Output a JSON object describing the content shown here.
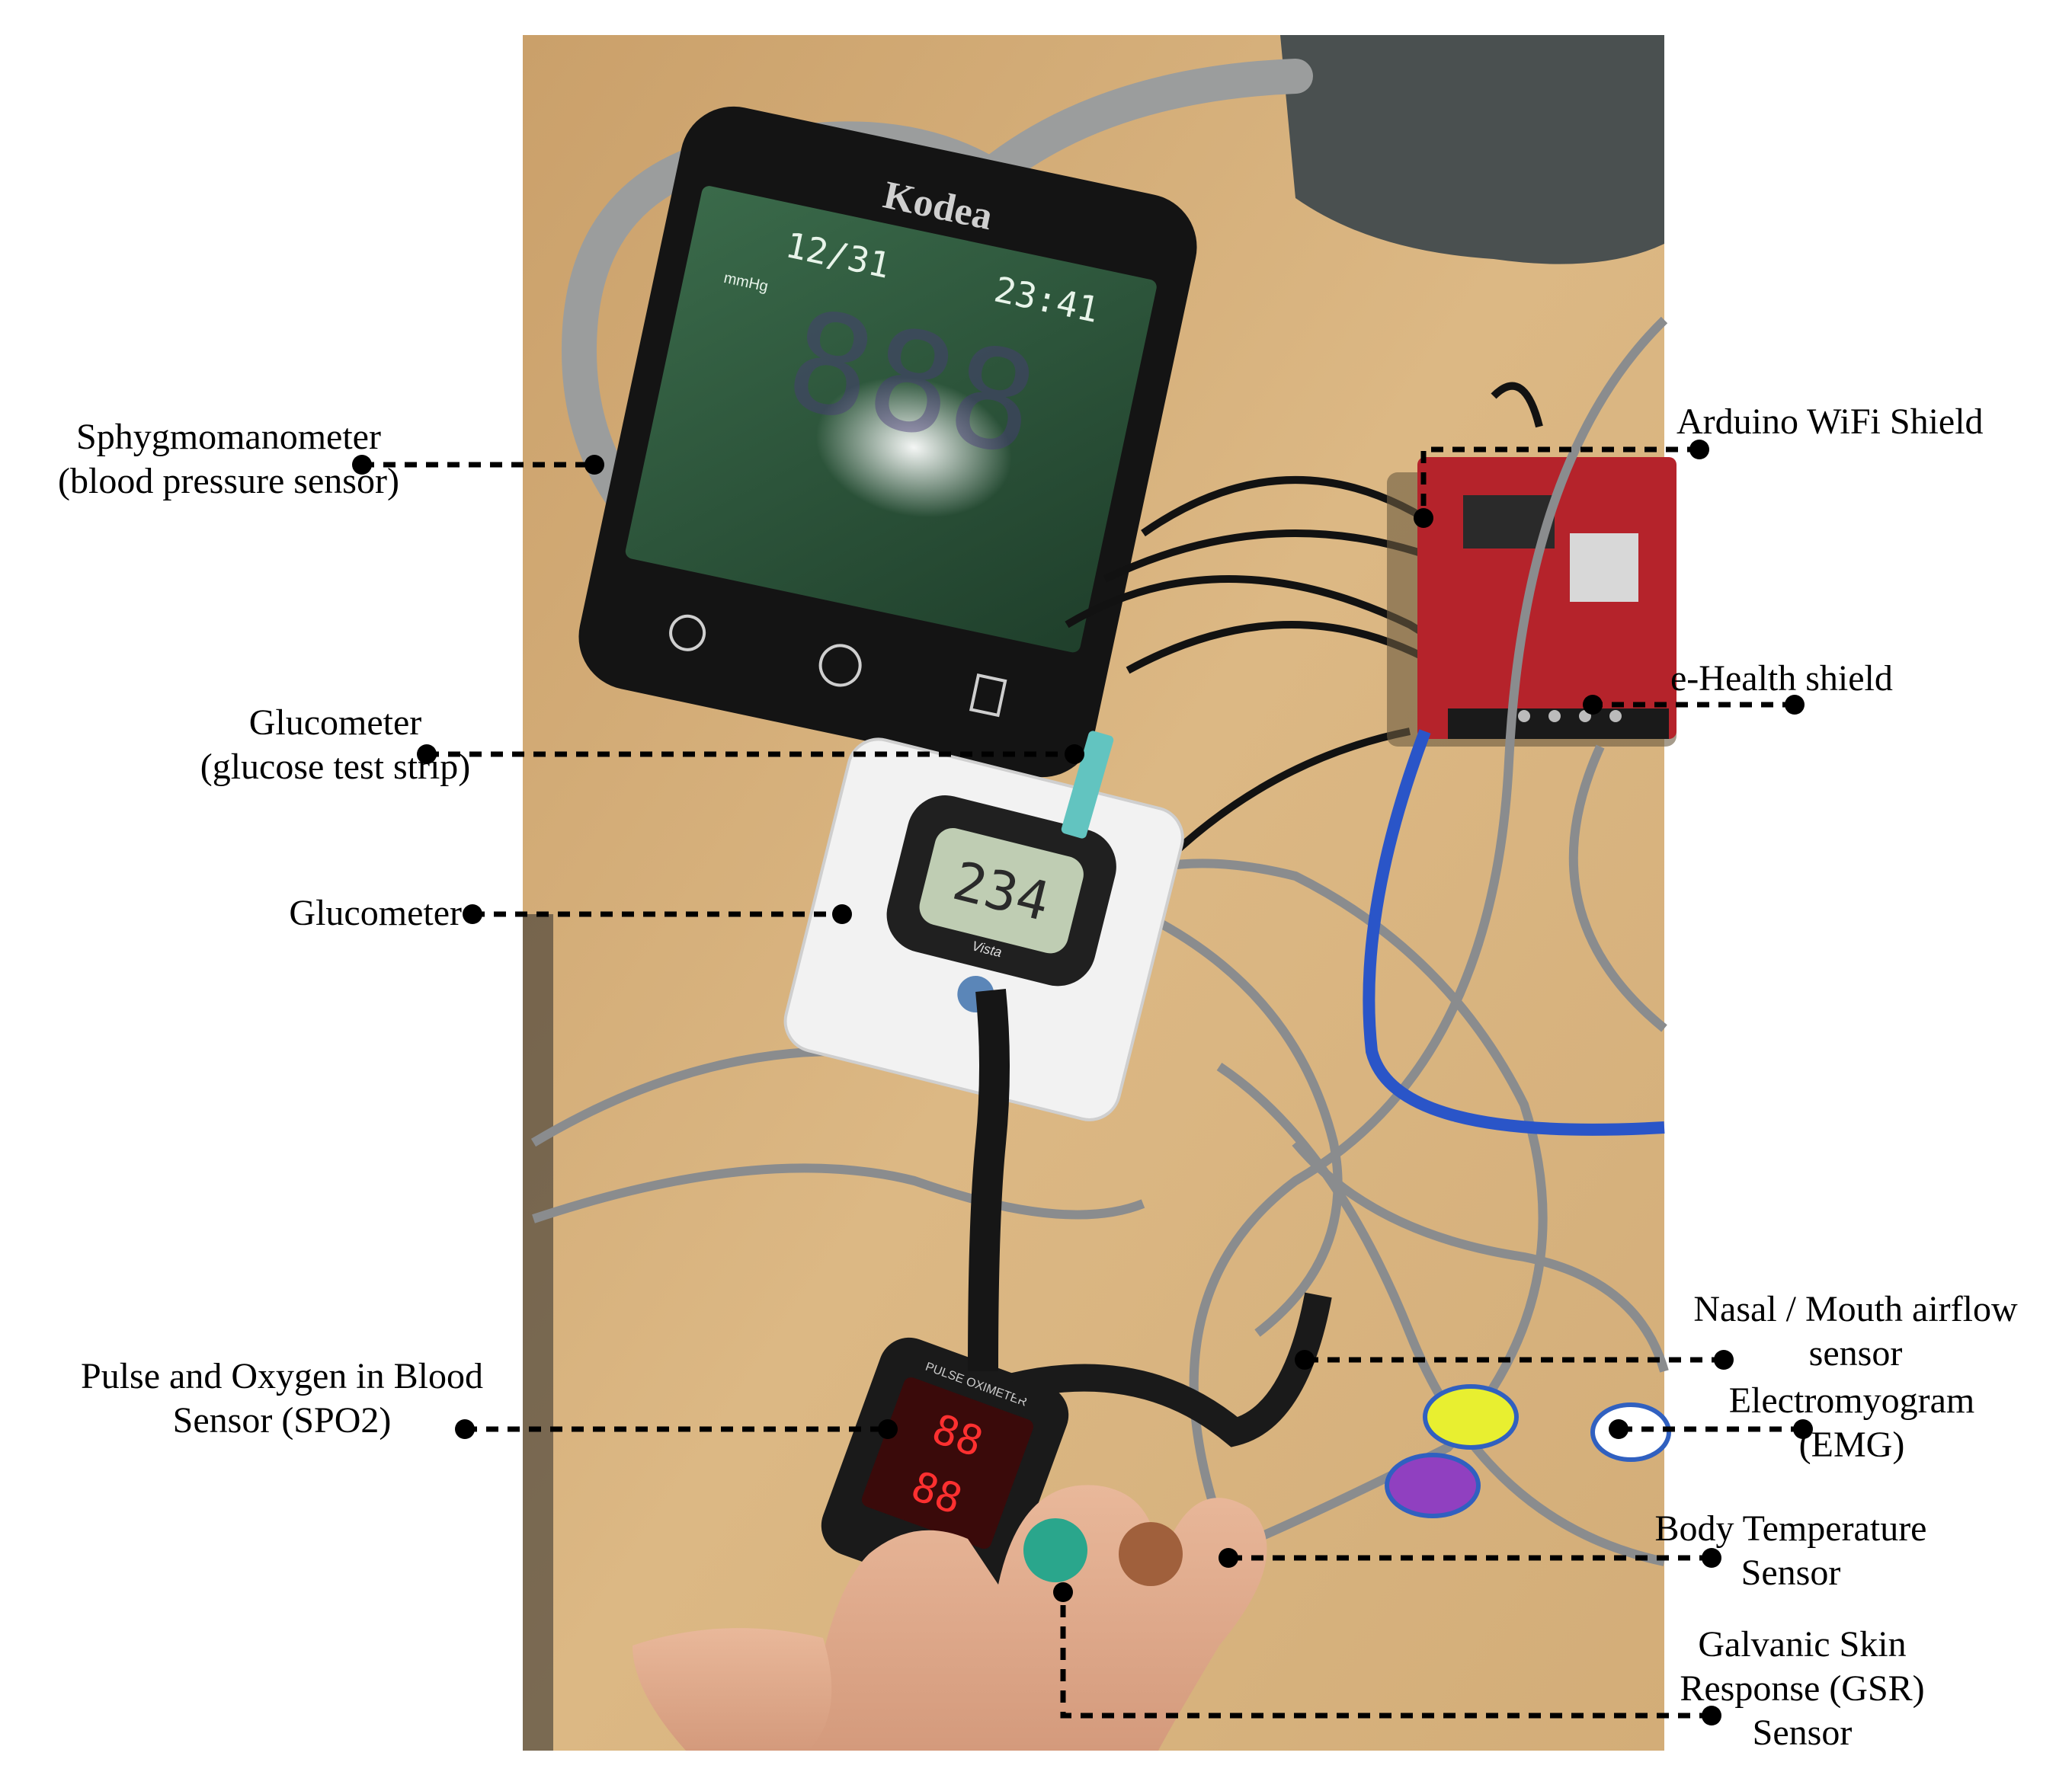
{
  "device": {
    "brand": "Kodea",
    "date": "12/31",
    "time": "23:41",
    "unit": "mmHg",
    "reading": "888"
  },
  "glucometer_display": {
    "value": "234",
    "brand": "Vista"
  },
  "oximeter_text": "PULSE OXIMETER",
  "labels": {
    "sphygmomanometer": {
      "line1": "Sphygmomanometer",
      "line2": "(blood pressure sensor)"
    },
    "glucometer_strip": {
      "line1": "Glucometer",
      "line2": "(glucose test strip)"
    },
    "glucometer": {
      "line1": "Glucometer"
    },
    "spo2": {
      "line1": "Pulse and Oxygen in Blood",
      "line2": "Sensor (SPO2)"
    },
    "wifi_shield": {
      "line1": "Arduino WiFi Shield"
    },
    "ehealth_shield": {
      "line1": "e-Health shield"
    },
    "airflow": {
      "line1": "Nasal / Mouth airflow",
      "line2": "sensor"
    },
    "emg": {
      "line1": "Electromyogram",
      "line2": "(EMG)"
    },
    "temperature": {
      "line1": "Body Temperature",
      "line2": "Sensor"
    },
    "gsr": {
      "line1": "Galvanic Skin",
      "line2": "Response (GSR)",
      "line3": "Sensor"
    }
  },
  "colors": {
    "table": "#d9b47e",
    "table_dark": "#b8915a",
    "device_black": "#151515",
    "screen_green": "#2f5a3a",
    "board_red": "#b5232b",
    "cable_gray": "#8c8c8c",
    "cable_blue": "#2a55c8",
    "leader": "#000000"
  }
}
